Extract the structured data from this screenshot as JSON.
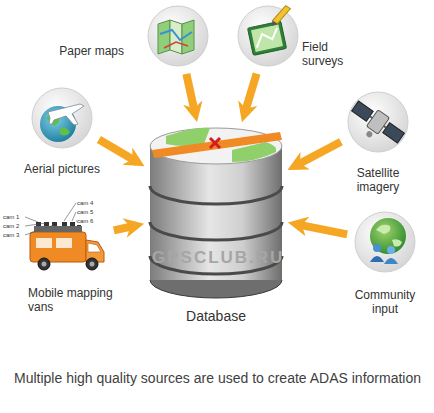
{
  "diagram": {
    "caption": "Multiple high quality sources are used to create ADAS information",
    "nodes": [
      {
        "text": [
          "Paper maps"
        ]
      },
      {
        "text": [
          "Field surveys"
        ]
      },
      {
        "text": [
          "Aerial pictures"
        ]
      },
      {
        "text": [
          "Satellite imagery"
        ]
      },
      {
        "text": [
          "Database"
        ]
      },
      {
        "text": [
          "Mobile mapping vans"
        ]
      },
      {
        "text": [
          "Community input"
        ]
      }
    ],
    "edges": [
      {
        "from": 0,
        "to": 4,
        "arrow": "to"
      },
      {
        "from": 1,
        "to": 4,
        "arrow": "to"
      },
      {
        "from": 2,
        "to": 4,
        "arrow": "to"
      },
      {
        "from": 3,
        "to": 4,
        "arrow": "to"
      },
      {
        "from": 5,
        "to": 4,
        "arrow": "to"
      },
      {
        "from": 6,
        "to": 4,
        "arrow": "to"
      }
    ],
    "labels": [
      "cam 1",
      "cam 2",
      "cam 3",
      "cam 4",
      "cam 5",
      "cam 6",
      "GPSCLUB.RU"
    ]
  }
}
